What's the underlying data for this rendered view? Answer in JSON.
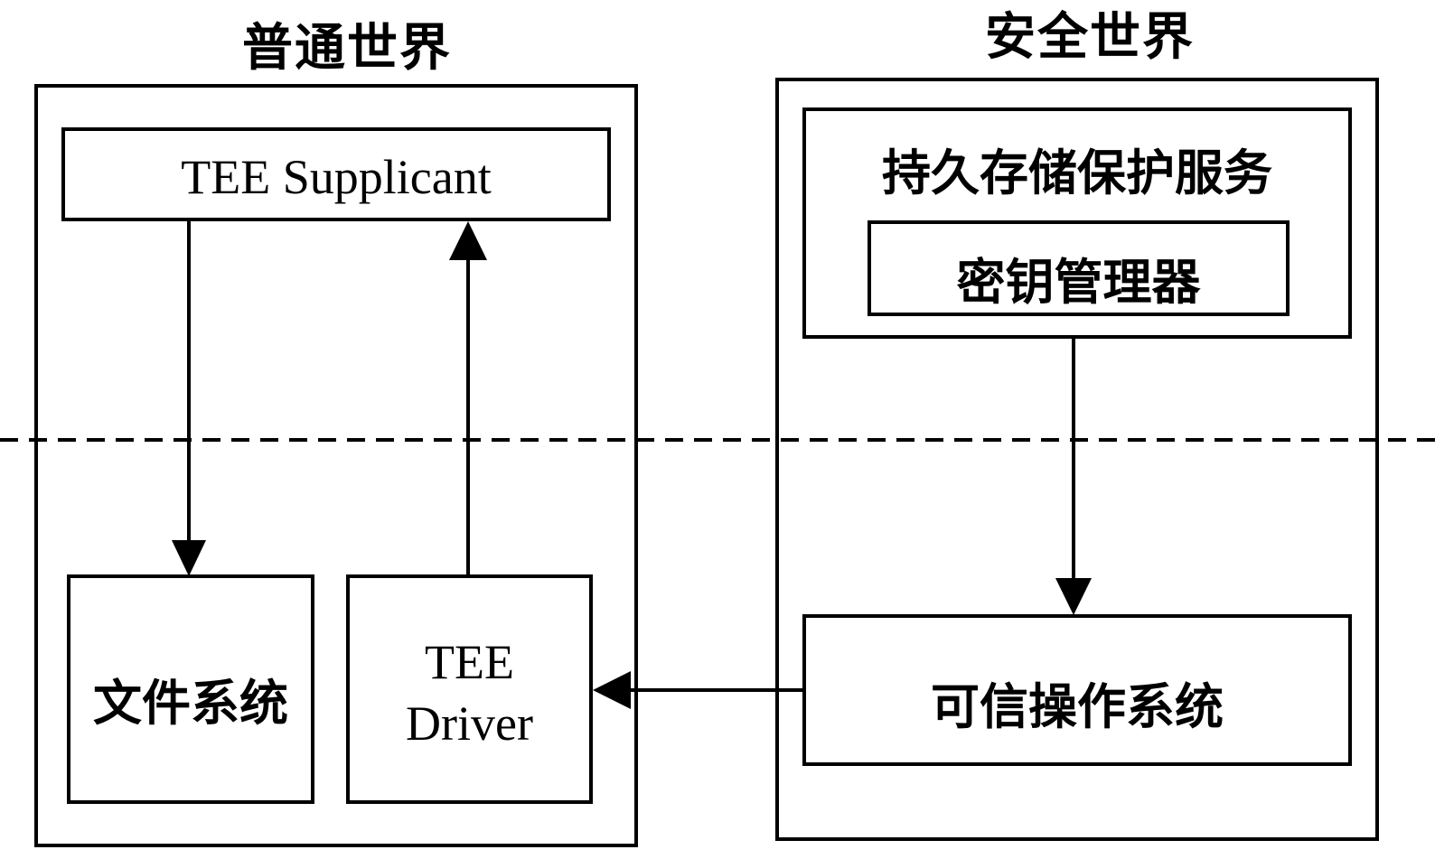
{
  "normal_world": {
    "title": "普通世界",
    "supplicant_label": "TEE Supplicant",
    "filesystem_label": "文件系统",
    "driver_label_line1": "TEE",
    "driver_label_line2": "Driver"
  },
  "secure_world": {
    "title": "安全世界",
    "storage_service_label": "持久存储保护服务",
    "key_manager_label": "密钥管理器",
    "trusted_os_label": "可信操作系统"
  },
  "colors": {
    "stroke": "#000000",
    "background": "#ffffff"
  }
}
